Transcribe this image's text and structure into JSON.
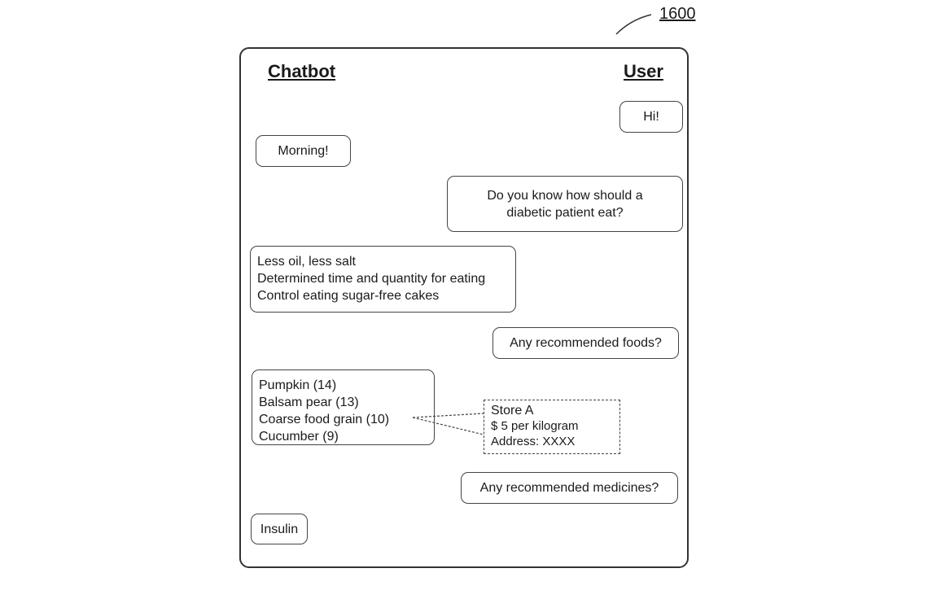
{
  "figure": {
    "ref_number": "1600"
  },
  "headers": {
    "chatbot": "Chatbot",
    "user": "User"
  },
  "messages": {
    "user_greeting": "Hi!",
    "bot_greeting": "Morning!",
    "user_question_diet": [
      "Do you know how should a",
      "diabetic patient eat?"
    ],
    "bot_diet_advice": [
      "Less oil, less salt",
      "Determined time and quantity for eating",
      "Control eating sugar-free cakes"
    ],
    "user_question_foods": "Any recommended foods?",
    "bot_foods": [
      "Pumpkin (14)",
      "Balsam pear (13)",
      "Coarse food grain (10)",
      "Cucumber (9)"
    ],
    "user_question_medicines": "Any recommended medicines?",
    "bot_medicine": "Insulin"
  },
  "store_info": {
    "name": "Store A",
    "price": "$ 5 per kilogram",
    "address": "Address: XXXX"
  }
}
